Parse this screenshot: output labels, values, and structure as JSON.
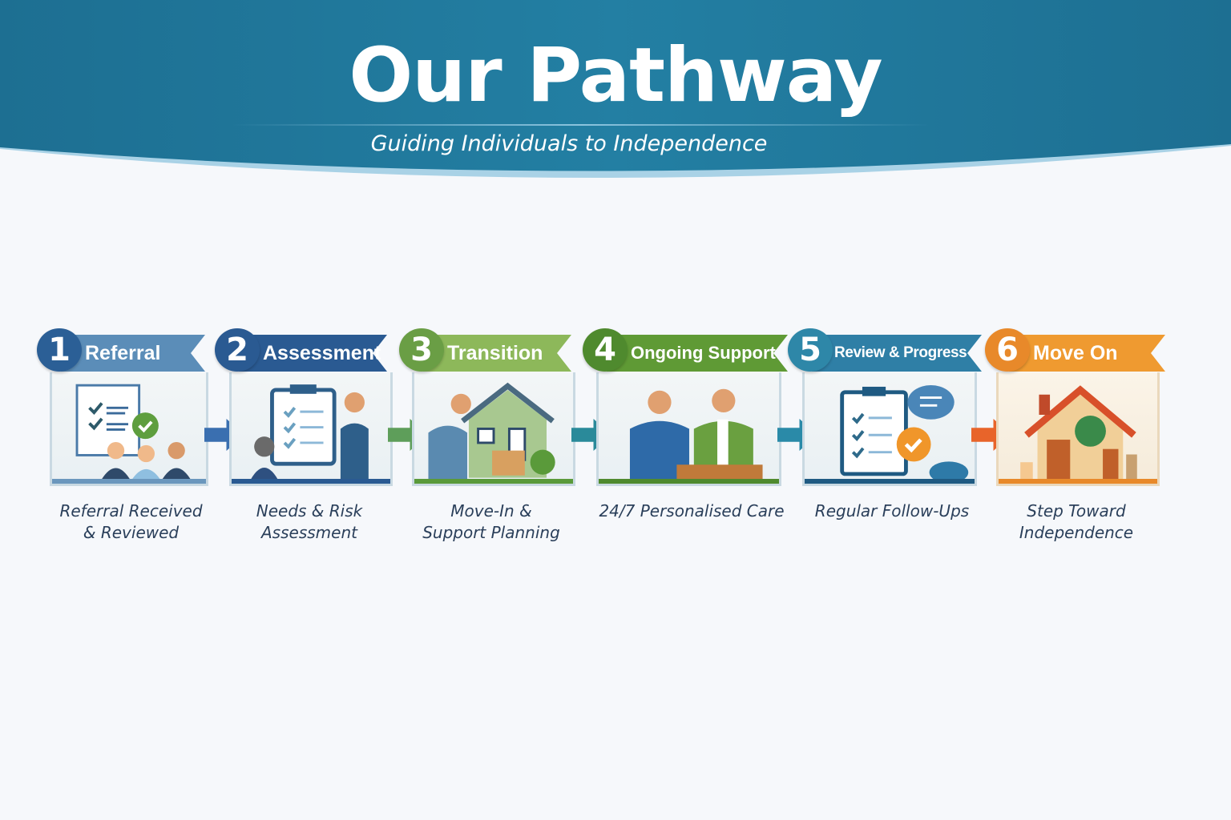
{
  "header": {
    "title": "Our Pathway",
    "subtitle": "Guiding Individuals to Independence"
  },
  "colors": {
    "header": "#1f7a9c",
    "step1": "#2b5f96",
    "step2": "#2a5a92",
    "step3": "#6a9e45",
    "step4": "#4f8a2e",
    "step5": "#2e87a8",
    "step6": "#e8892a"
  },
  "steps": [
    {
      "number": "1",
      "title": "Referral",
      "description": [
        "Referral Received",
        "& Reviewed"
      ],
      "icon": "referral-documents-icon"
    },
    {
      "number": "2",
      "title": "Assessment",
      "description": [
        "Needs & Risk",
        "Assessment"
      ],
      "icon": "clipboard-assessment-icon"
    },
    {
      "number": "3",
      "title": "Transition",
      "description": [
        "Move-In &",
        "Support Planning"
      ],
      "icon": "house-move-in-icon"
    },
    {
      "number": "4",
      "title": "Ongoing Support",
      "description": [
        "24/7 Personalised Care",
        ""
      ],
      "icon": "conversation-support-icon"
    },
    {
      "number": "5",
      "title": "Review & Progress",
      "description": [
        "Regular Follow-Ups",
        ""
      ],
      "icon": "review-checklist-icon"
    },
    {
      "number": "6",
      "title": "Move On",
      "description": [
        "Step Toward",
        "Independence"
      ],
      "icon": "home-independence-icon"
    }
  ]
}
